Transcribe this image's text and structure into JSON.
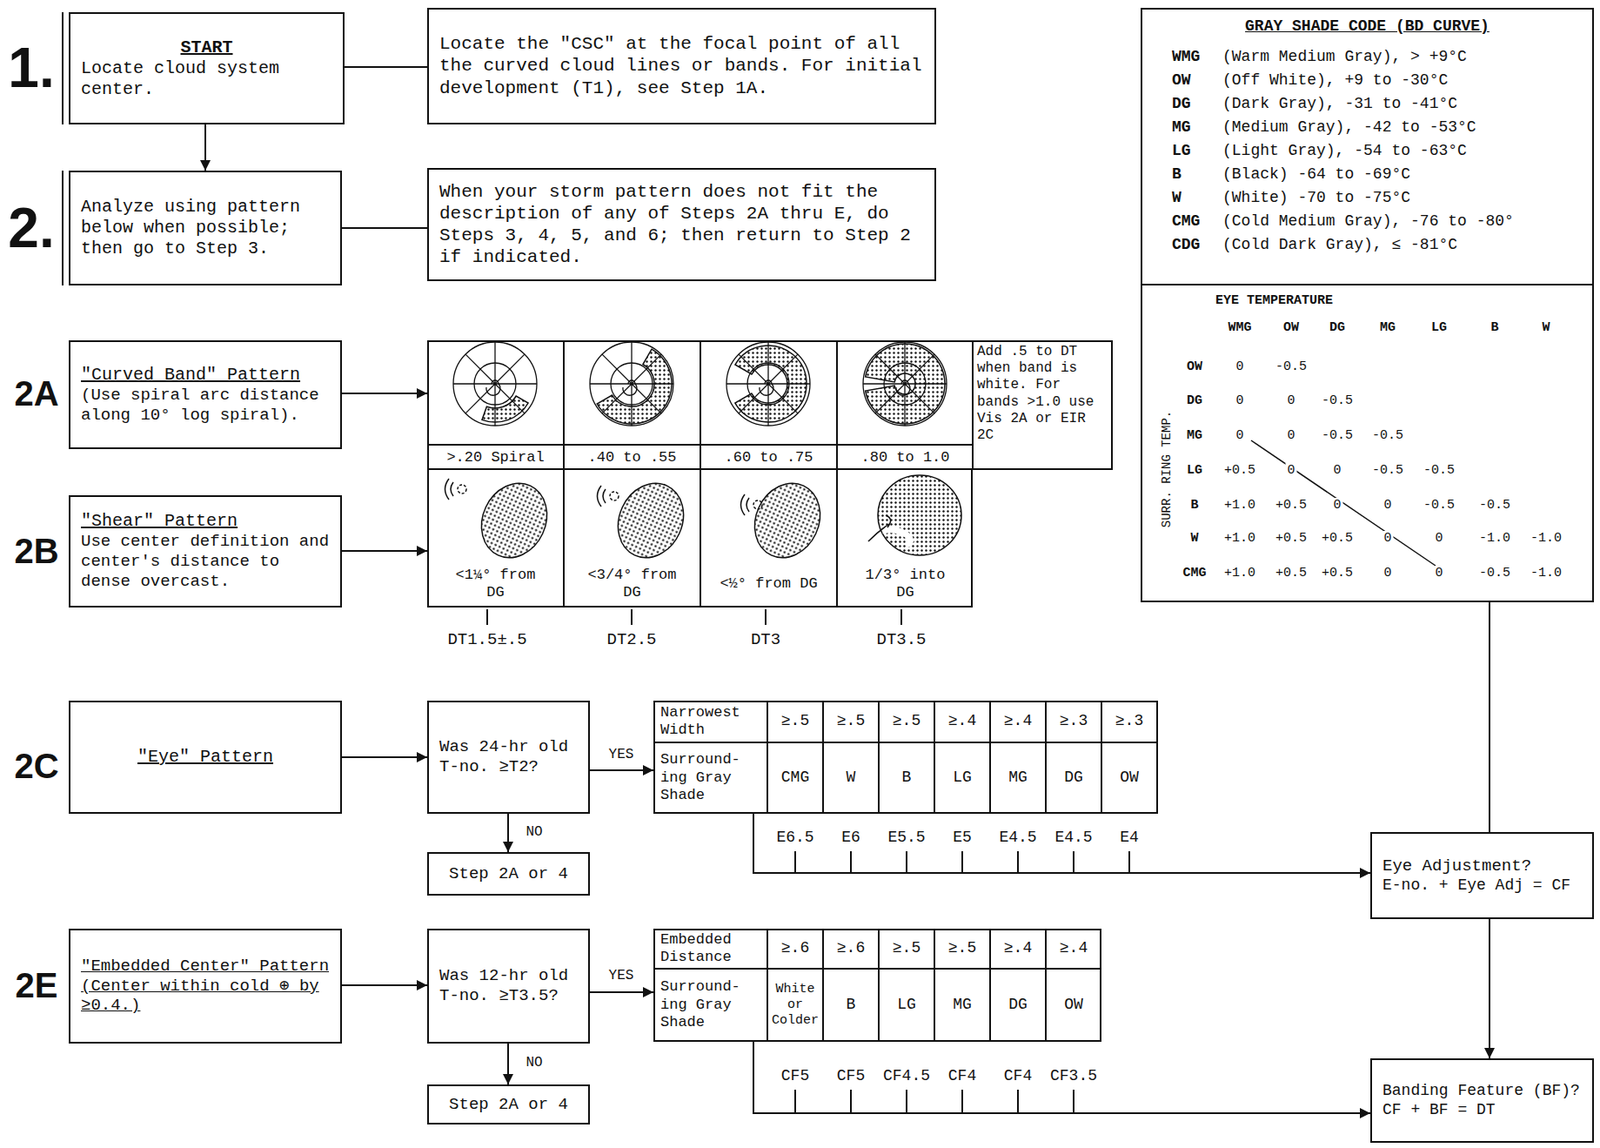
{
  "diagram": {
    "nodes": [
      {
        "text": [
          "START",
          "Locate cloud system center."
        ]
      },
      {
        "text": [
          "Locate the \"CSC\" at the focal point of all the curved cloud lines or bands. For initial development (T1), see Step 1A."
        ]
      },
      {
        "text": [
          "Analyze using pattern below when possible; then go to Step 3."
        ]
      },
      {
        "text": [
          "When your storm pattern does not fit the description of any of Steps 2A thru E, do Steps 3, 4, 5, and 6; then return to Step 2 if indicated."
        ]
      },
      {
        "text": [
          "\"Curved Band\" Pattern",
          "(Use spiral arc distance along 10° log spiral)."
        ]
      },
      {
        "text": [
          ">.20 Spiral",
          ".40 to .55",
          ".60 to .75",
          ".80 to 1.0",
          "Add .5 to DT when band is white. For bands >1.0 use Vis 2A or EIR 2C"
        ]
      },
      {
        "text": [
          "\"Shear\" Pattern",
          "Use center definition and center's distance to dense overcast."
        ]
      },
      {
        "text": [
          "<1¼° from DG",
          "<3/4° from DG",
          "<½° from DG",
          "1/3° into DG"
        ]
      },
      {
        "text": [
          "\"Eye\" Pattern"
        ]
      },
      {
        "text": [
          "Was 24-hr old T-no. ≥T2?"
        ]
      },
      {
        "text": [
          "Narrowest Width",
          "≥.5",
          "≥.5",
          "≥.5",
          "≥.4",
          "≥.4",
          "≥.3",
          "≥.3",
          "Surround- ing Gray Shade",
          "CMG",
          "W",
          "B",
          "LG",
          "MG",
          "DG",
          "OW"
        ]
      },
      {
        "text": [
          "Step 2A or 4"
        ]
      },
      {
        "text": [
          "\"Embedded Center\" Pattern (Center within cold ⊕ by ≥0.4.)"
        ]
      },
      {
        "text": [
          "Was 12-hr old T-no. ≥T3.5?"
        ]
      },
      {
        "text": [
          "Embedded Distance",
          "≥.6",
          "≥.6",
          "≥.5",
          "≥.5",
          "≥.4",
          "≥.4",
          "Surround- ing Gray Shade",
          "White or Colder",
          "B",
          "LG",
          "MG",
          "DG",
          "OW"
        ]
      },
      {
        "text": [
          "Step 2A or 4"
        ]
      },
      {
        "text": [
          "GRAY SHADE CODE (BD CURVE)",
          "WMG",
          "(Warm Medium Gray), > +9°C",
          "OW",
          "(Off White), +9 to -30°C",
          "DG",
          "(Dark Gray), -31 to -41°C",
          "MG",
          "(Medium Gray), -42 to -53°C",
          "LG",
          "(Light Gray), -54 to -63°C",
          "B",
          "(Black) -64 to -69°C",
          "W",
          "(White) -70 to -75°C",
          "CMG",
          "(Cold Medium Gray), -76 to -80°",
          "CDG",
          "(Cold Dark Gray), ≤ -81°C"
        ]
      },
      {
        "text": [
          "EYE TEMPERATURE",
          "WMG",
          "OW",
          "DG",
          "MG",
          "LG",
          "B",
          "W",
          "SURR. RING TEMP.",
          "OW",
          "0",
          "-0.5",
          "DG",
          "0",
          "0",
          "-0.5",
          "MG",
          "0",
          "0",
          "-0.5",
          "-0.5",
          "LG",
          "+0.5",
          "0",
          "0",
          "-0.5",
          "-0.5",
          "B",
          "+1.0",
          "+0.5",
          "0",
          "0",
          "-0.5",
          "-0.5",
          "W",
          "+1.0",
          "+0.5",
          "+0.5",
          "0",
          "0",
          "-1.0",
          "-1.0",
          "CMG",
          "+1.0",
          "+0.5",
          "+0.5",
          "0",
          "0",
          "-0.5",
          "-1.0"
        ]
      },
      {
        "text": [
          "Eye Adjustment?",
          "E-no. + Eye Adj = CF"
        ]
      },
      {
        "text": [
          "Banding Feature (BF)?",
          "CF + BF = DT"
        ]
      }
    ],
    "edges": [
      {
        "from": 0,
        "to": 1,
        "arrow": "none"
      },
      {
        "from": 0,
        "to": 2,
        "arrow": "to"
      },
      {
        "from": 2,
        "to": 3,
        "arrow": "none"
      },
      {
        "from": 4,
        "to": 5,
        "arrow": "to"
      },
      {
        "from": 6,
        "to": 7,
        "arrow": "to"
      },
      {
        "from": 8,
        "to": 9,
        "arrow": "to"
      },
      {
        "from": 9,
        "to": 10,
        "label": "YES",
        "arrow": "to"
      },
      {
        "from": 9,
        "to": 11,
        "label": "NO",
        "arrow": "to"
      },
      {
        "from": 12,
        "to": 13,
        "arrow": "to"
      },
      {
        "from": 13,
        "to": 14,
        "label": "YES",
        "arrow": "to"
      },
      {
        "from": 13,
        "to": 15,
        "label": "NO",
        "arrow": "to"
      },
      {
        "from": 10,
        "to": 18,
        "arrow": "to"
      },
      {
        "from": 17,
        "to": 18,
        "arrow": "none"
      },
      {
        "from": 18,
        "to": 19,
        "arrow": "to"
      },
      {
        "from": 14,
        "to": 19,
        "arrow": "to"
      }
    ],
    "labels": [
      "1.",
      "2.",
      "2A",
      "2B",
      "2C",
      "2E",
      "DT1.5±.5",
      "DT2.5",
      "DT3",
      "DT3.5",
      "E6.5",
      "E6",
      "E5.5",
      "E5",
      "E4.5",
      "E4.5",
      "E4",
      "CF5",
      "CF5",
      "CF4.5",
      "CF4",
      "CF4",
      "CF3.5"
    ]
  }
}
